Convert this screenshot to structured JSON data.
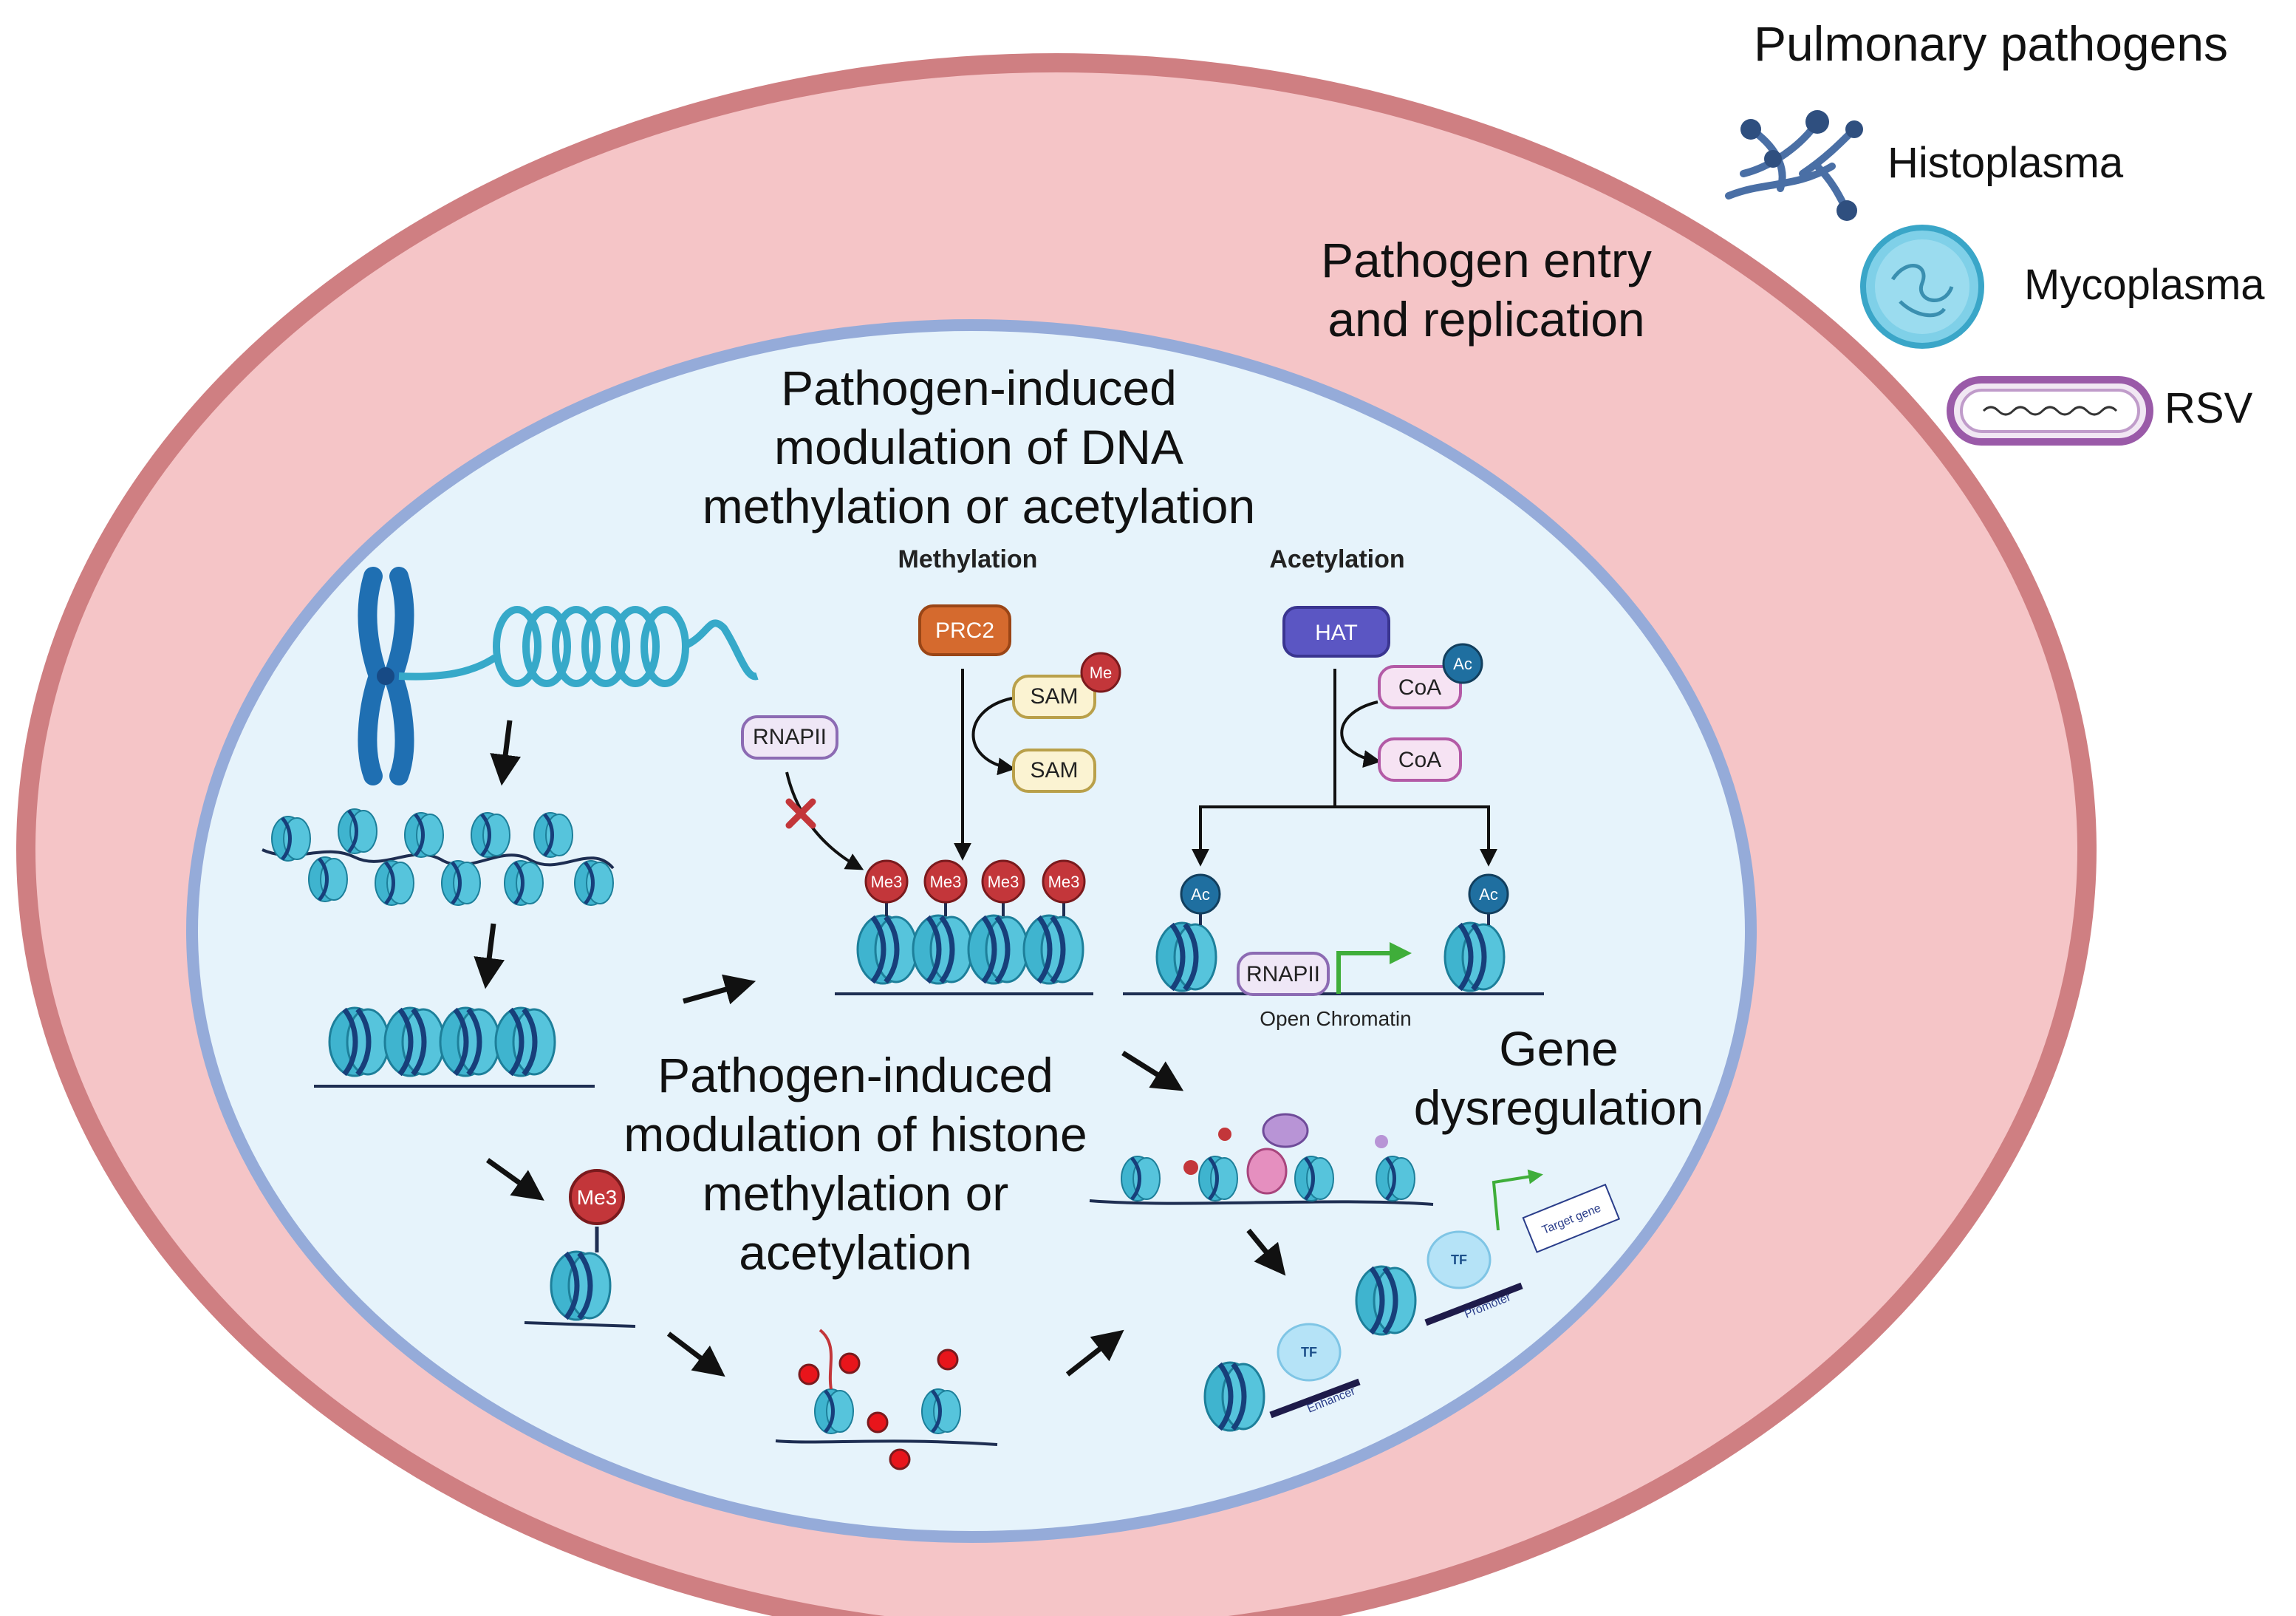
{
  "legend": {
    "title": "Pulmonary pathogens",
    "items": [
      {
        "label": "Histoplasma",
        "icon": "fungus-icon"
      },
      {
        "label": "Mycoplasma",
        "icon": "bacterium-icon"
      },
      {
        "label": "RSV",
        "icon": "virus-icon"
      }
    ]
  },
  "cell": {
    "pathogen_entry_line1": "Pathogen entry",
    "pathogen_entry_line2": "and replication"
  },
  "nucleus": {
    "dna_title": [
      "Pathogen-induced",
      "modulation of DNA",
      "methylation or acetylation"
    ],
    "histone_title": [
      "Pathogen-induced",
      "modulation of histone",
      "methylation or",
      "acetylation"
    ],
    "gene_dysregulation": [
      "Gene",
      "dysregulation"
    ]
  },
  "methylation": {
    "header": "Methylation",
    "enzyme": "PRC2",
    "rnapii": "RNAPII",
    "sam_in": "SAM",
    "sam_out": "SAM",
    "me_tag": "Me",
    "me3_tags": [
      "Me3",
      "Me3",
      "Me3",
      "Me3"
    ]
  },
  "acetylation": {
    "header": "Acetylation",
    "enzyme": "HAT",
    "coa_in": "CoA",
    "coa_out": "CoA",
    "ac_tag": "Ac",
    "ac_marks": [
      "Ac",
      "Ac"
    ],
    "rnapii": "RNAPII",
    "open_chromatin": "Open Chromatin"
  },
  "left_path": {
    "me3_tag": "Me3"
  },
  "gene_model": {
    "tf_labels": [
      "TF",
      "TF"
    ],
    "enhancer": "Enhancer",
    "promoter": "Promoter",
    "target_gene": "Target gene"
  },
  "colors": {
    "cell_fill": "#f5c5c7",
    "cell_border": "#cf7f82",
    "nucleus_fill": "#e6f3fb",
    "nucleus_border": "#95abd9",
    "nucleosome": "#3fb4cf",
    "prc2": "#d56a2e",
    "hat": "#5b56c3",
    "me_red": "#c3363a",
    "ac_blue": "#1f6fa0"
  }
}
